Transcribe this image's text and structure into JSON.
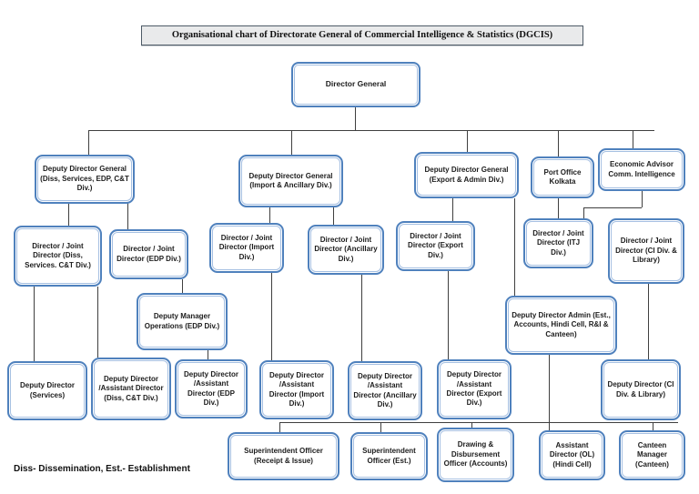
{
  "title": "Organisational chart of Directorate General of Commercial Intelligence & Statistics (DGCIS)",
  "footnote": "Diss- Dissemination, Est.- Establishment",
  "colors": {
    "box_border": "#4f81bd",
    "box_inner_border": "#a6c0e2",
    "connector_line": "#3f3f3f",
    "title_background": "#e9eaeb"
  },
  "nodes": {
    "dg": "Director General",
    "ddg_diss": "Deputy Director General (Diss, Services, EDP, C&T Div.)",
    "ddg_import": "Deputy Director General (Import & Ancillary Div.)",
    "ddg_export": "Deputy Director General (Export & Admin Div.)",
    "port_office": "Port Office Kolkata",
    "econ_advisor": "Economic Advisor Comm. Intelligence",
    "jd_diss": "Director / Joint Director (Diss, Services. C&T Div.)",
    "jd_edp": "Director / Joint Director (EDP Div.)",
    "jd_import": "Director / Joint Director (Import Div.)",
    "jd_ancillary": "Director / Joint Director (Ancillary Div.)",
    "jd_export": "Director / Joint Director (Export Div.)",
    "jd_itj": "Director / Joint Director (ITJ Div.)",
    "jd_ci": "Director / Joint Director (CI Div. & Library)",
    "dmo_edp": "Deputy Manager Operations (EDP Div.)",
    "dda_admin": "Deputy Director Admin (Est., Accounts, Hindi Cell, R&I & Canteen)",
    "dd_services": "Deputy Director (Services)",
    "ad_diss": "Deputy Director /Assistant Director (Diss, C&T Div.)",
    "ad_edp": "Deputy Director /Assistant Director (EDP Div.)",
    "ad_import": "Deputy Director /Assistant Director (Import Div.)",
    "ad_ancillary": "Deputy Director /Assistant Director (Ancillary Div.)",
    "ad_export": "Deputy Director /Assistant Director (Export Div.)",
    "dd_ci": "Deputy Director (CI Div. & Library)",
    "so_receipt": "Superintendent Officer (Receipt & Issue)",
    "so_est": "Superintendent Officer (Est.)",
    "ddo_accounts": "Drawing & Disbursement Officer (Accounts)",
    "ad_ol": "Assistant Director (OL) (Hindi Cell)",
    "canteen_mgr": "Canteen Manager (Canteen)"
  }
}
